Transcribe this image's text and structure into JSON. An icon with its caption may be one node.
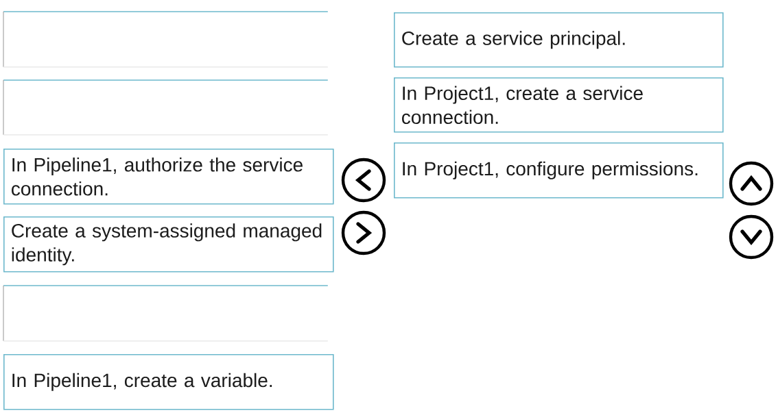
{
  "diagram": {
    "nodes": [
      {
        "text": [],
        "shape": "box"
      },
      {
        "text": [],
        "shape": "box"
      },
      {
        "text": [
          "In Pipeline1, authorize the service connection."
        ]
      },
      {
        "text": [
          "Create a system-assigned managed identity."
        ]
      },
      {
        "text": [],
        "shape": "box"
      },
      {
        "text": [
          "In Pipeline1, create a variable."
        ]
      },
      {
        "text": [
          "Create a service principal."
        ]
      },
      {
        "text": [
          "In Project1, create a service connection."
        ]
      },
      {
        "text": [
          "In Project1, configure permissions."
        ]
      }
    ]
  }
}
